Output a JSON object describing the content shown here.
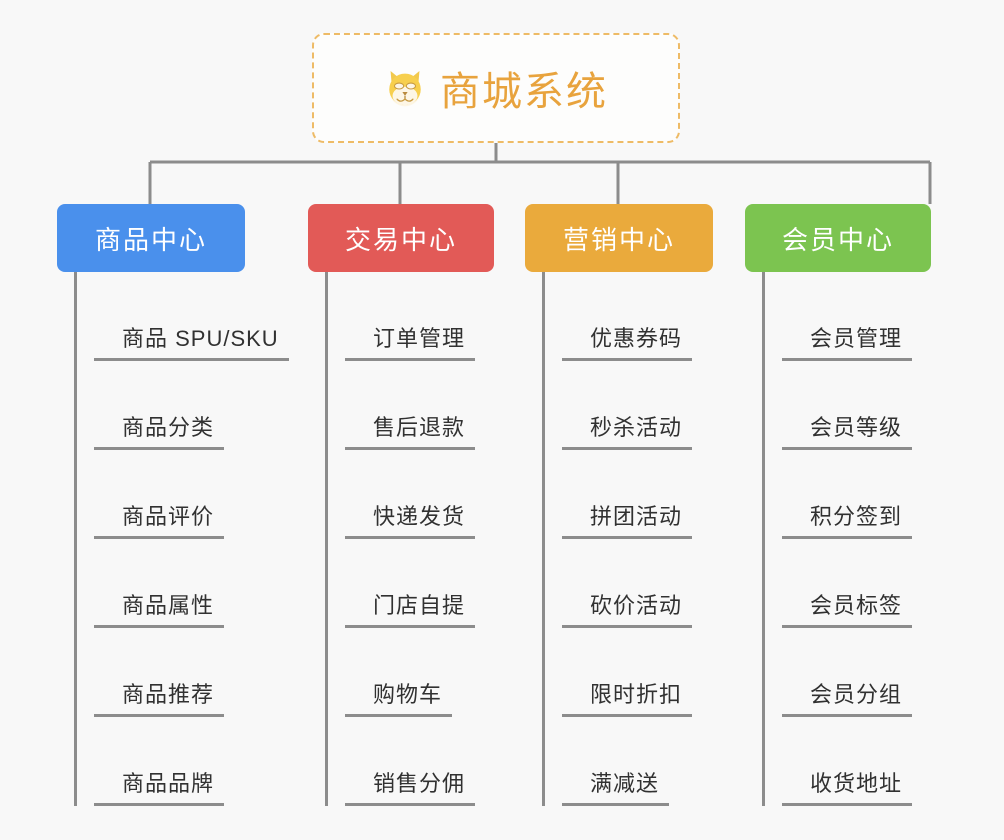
{
  "page": {
    "background_color": "#f8f8f8",
    "connector_color": "#8c8c8c"
  },
  "root": {
    "icon": "dog-face-emoji",
    "title": "商城系统",
    "title_color": "#e8a33d",
    "border_color": "#eebb66",
    "background_color": "#fdfdfc"
  },
  "columns": [
    {
      "id": "product-center",
      "label": "商品中心",
      "color": "#4a90ec",
      "items": [
        {
          "label": "商品 SPU/SKU"
        },
        {
          "label": "商品分类"
        },
        {
          "label": "商品评价"
        },
        {
          "label": "商品属性"
        },
        {
          "label": "商品推荐"
        },
        {
          "label": "商品品牌"
        }
      ]
    },
    {
      "id": "trade-center",
      "label": "交易中心",
      "color": "#e25a57",
      "items": [
        {
          "label": "订单管理"
        },
        {
          "label": "售后退款"
        },
        {
          "label": "快递发货"
        },
        {
          "label": "门店自提"
        },
        {
          "label": "购物车"
        },
        {
          "label": "销售分佣"
        }
      ]
    },
    {
      "id": "marketing-center",
      "label": "营销中心",
      "color": "#eaaa3c",
      "items": [
        {
          "label": "优惠券码"
        },
        {
          "label": "秒杀活动"
        },
        {
          "label": "拼团活动"
        },
        {
          "label": "砍价活动"
        },
        {
          "label": "限时折扣"
        },
        {
          "label": "满减送"
        }
      ]
    },
    {
      "id": "member-center",
      "label": "会员中心",
      "color": "#7cc košer"
    }
  ]
}
